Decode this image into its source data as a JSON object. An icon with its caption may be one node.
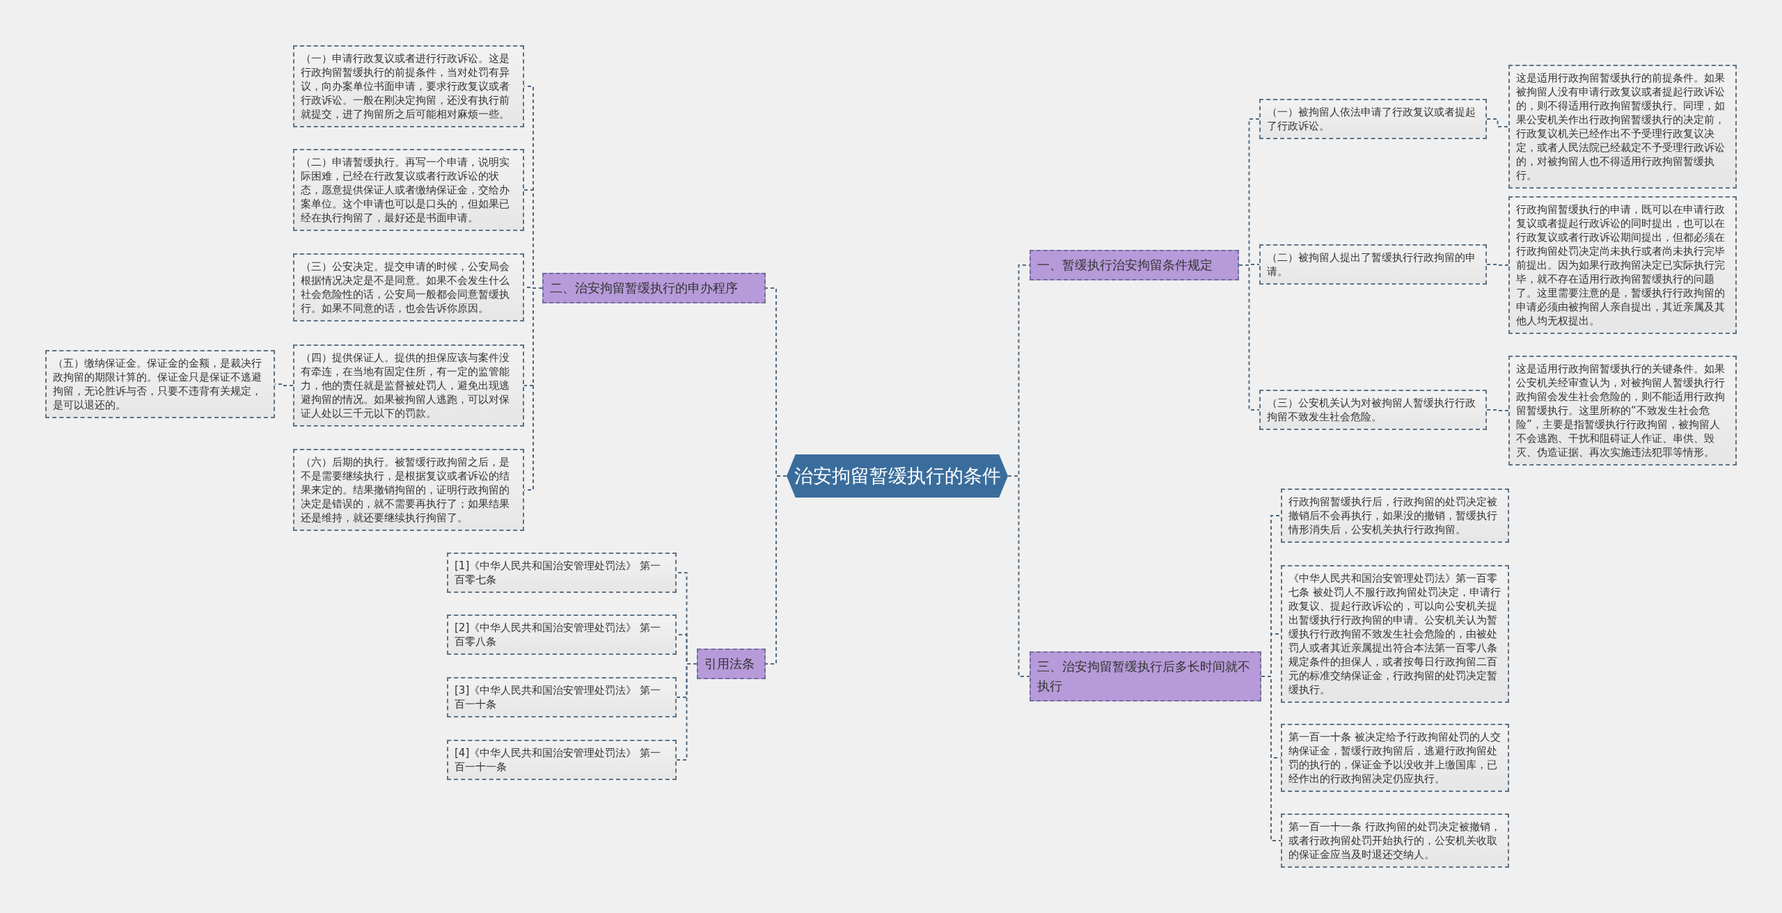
{
  "diagram": {
    "nodes": [
      {
        "text": [
          "治安拘留暂缓执行的条件"
        ]
      },
      {
        "text": [
          "一、暂缓执行治安拘留条件规定"
        ]
      },
      {
        "text": [
          "（一）被拘留人依法申请了行政复议或者提起了行政诉讼。"
        ]
      },
      {
        "text": [
          "（二）被拘留人提出了暂缓执行行政拘留的申请。"
        ]
      },
      {
        "text": [
          "（三）公安机关认为对被拘留人暂缓执行行政拘留不致发生社会危险。"
        ]
      },
      {
        "text": [
          "这是适用行政拘留暂缓执行的前提条件。如果被拘留人没有申请行政复议或者提起行政诉讼的，则不得适用行政拘留暂缓执行。同理，如果公安机关作出行政拘留暂缓执行的决定前，行政复议机关已经作出不予受理行政复议决定，或者人民法院已经裁定不予受理行政诉讼的，对被拘留人也不得适用行政拘留暂缓执行。"
        ]
      },
      {
        "text": [
          "行政拘留暂缓执行的申请，既可以在申请行政复议或者提起行政诉讼的同时提出，也可以在行政复议或者行政诉讼期间提出，但都必须在行政拘留处罚决定尚未执行或者尚未执行完毕前提出。因为如果行政拘留决定已实际执行完毕，就不存在适用行政拘留暂缓执行的问题了。这里需要注意的是，暂缓执行行政拘留的申请必须由被拘留人亲自提出，其近亲属及其他人均无权提出。"
        ]
      },
      {
        "text": [
          "这是适用行政拘留暂缓执行的关键条件。如果公安机关经审查认为，对被拘留人暂缓执行行政拘留会发生社会危险的，则不能适用行政拘留暂缓执行。这里所称的“不致发生社会危险”，主要是指暂缓执行行政拘留，被拘留人不会逃跑、干扰和阻碍证人作证、串供、毁灭、伪造证据、再次实施违法犯罪等情形。"
        ]
      },
      {
        "text": [
          "二、治安拘留暂缓执行的申办程序"
        ]
      },
      {
        "text": [
          "（一）申请行政复议或者进行行政诉讼。这是行政拘留暂缓执行的前提条件，当对处罚有异议，向办案单位书面申请，要求行政复议或者行政诉讼。一般在刚决定拘留，还没有执行前就提交，进了拘留所之后可能相对麻烦一些。"
        ]
      },
      {
        "text": [
          "（二）申请暂缓执行。再写一个申请，说明实际困难，已经在行政复议或者行政诉讼的状态，愿意提供保证人或者缴纳保证金，交给办案单位。这个申请也可以是口头的，但如果已经在执行拘留了，最好还是书面申请。"
        ]
      },
      {
        "text": [
          "（三）公安决定。提交申请的时候，公安局会根据情况决定是不是同意。如果不会发生什么社会危险性的话，公安局一般都会同意暂缓执行。如果不同意的话，也会告诉你原因。"
        ]
      },
      {
        "text": [
          "（四）提供保证人。提供的担保应该与案件没有牵连，在当地有固定住所，有一定的监管能力，他的责任就是监督被处罚人，避免出现逃避拘留的情况。如果被拘留人逃跑，可以对保证人处以三千元以下的罚款。"
        ]
      },
      {
        "text": [
          "（五）缴纳保证金。保证金的金额，是裁决行政拘留的期限计算的。保证金只是保证不逃避拘留，无论胜诉与否，只要不违背有关规定，是可以退还的。"
        ]
      },
      {
        "text": [
          "（六）后期的执行。被暂缓行政拘留之后，是不是需要继续执行，是根据复议或者诉讼的结果来定的。结果撤销拘留的，证明行政拘留的决定是错误的，就不需要再执行了；如果结果还是维持，就还要继续执行拘留了。"
        ]
      },
      {
        "text": [
          "引用法条"
        ]
      },
      {
        "text": [
          "[1]《中华人民共和国治安管理处罚法》 第一百零七条"
        ]
      },
      {
        "text": [
          "[2]《中华人民共和国治安管理处罚法》 第一百零八条"
        ]
      },
      {
        "text": [
          "[3]《中华人民共和国治安管理处罚法》 第一百一十条"
        ]
      },
      {
        "text": [
          "[4]《中华人民共和国治安管理处罚法》 第一百一十一条"
        ]
      },
      {
        "text": [
          "三、治安拘留暂缓执行后多长时间就不执行"
        ]
      },
      {
        "text": [
          "行政拘留暂缓执行后，行政拘留的处罚决定被撤销后不会再执行，如果没的撤销，暂缓执行情形消失后，公安机关执行行政拘留。"
        ]
      },
      {
        "text": [
          "《中华人民共和国治安管理处罚法》第一百零七条 被处罚人不服行政拘留处罚决定，申请行政复议、提起行政诉讼的，可以向公安机关提出暂缓执行行政拘留的申请。公安机关认为暂缓执行行政拘留不致发生社会危险的，由被处罚人或者其近亲属提出符合本法第一百零八条规定条件的担保人，或者按每日行政拘留二百元的标准交纳保证金，行政拘留的处罚决定暂缓执行。"
        ]
      },
      {
        "text": [
          "第一百一十条 被决定给予行政拘留处罚的人交纳保证金，暂缓行政拘留后，逃避行政拘留处罚的执行的，保证金予以没收并上缴国库，已经作出的行政拘留决定仍应执行。"
        ]
      },
      {
        "text": [
          "第一百一十一条 行政拘留的处罚决定被撤销，或者行政拘留处罚开始执行的，公安机关收取的保证金应当及时退还交纳人。"
        ]
      }
    ],
    "edges": [
      {
        "from": 0,
        "to": 1,
        "arrow": "none"
      },
      {
        "from": 1,
        "to": 2,
        "arrow": "none"
      },
      {
        "from": 1,
        "to": 3,
        "arrow": "none"
      },
      {
        "from": 1,
        "to": 4,
        "arrow": "none"
      },
      {
        "from": 2,
        "to": 5,
        "arrow": "none"
      },
      {
        "from": 3,
        "to": 6,
        "arrow": "none"
      },
      {
        "from": 4,
        "to": 7,
        "arrow": "none"
      },
      {
        "from": 0,
        "to": 8,
        "arrow": "none"
      },
      {
        "from": 8,
        "to": 9,
        "arrow": "none"
      },
      {
        "from": 8,
        "to": 10,
        "arrow": "none"
      },
      {
        "from": 8,
        "to": 11,
        "arrow": "none"
      },
      {
        "from": 8,
        "to": 12,
        "arrow": "none"
      },
      {
        "from": 12,
        "to": 13,
        "arrow": "none"
      },
      {
        "from": 8,
        "to": 14,
        "arrow": "none"
      },
      {
        "from": 0,
        "to": 15,
        "arrow": "none"
      },
      {
        "from": 15,
        "to": 16,
        "arrow": "none"
      },
      {
        "from": 15,
        "to": 17,
        "arrow": "none"
      },
      {
        "from": 15,
        "to": 18,
        "arrow": "none"
      },
      {
        "from": 15,
        "to": 19,
        "arrow": "none"
      },
      {
        "from": 0,
        "to": 20,
        "arrow": "none"
      },
      {
        "from": 20,
        "to": 21,
        "arrow": "none"
      },
      {
        "from": 20,
        "to": 22,
        "arrow": "none"
      },
      {
        "from": 20,
        "to": 23,
        "arrow": "none"
      },
      {
        "from": 20,
        "to": 24,
        "arrow": "none"
      }
    ]
  }
}
